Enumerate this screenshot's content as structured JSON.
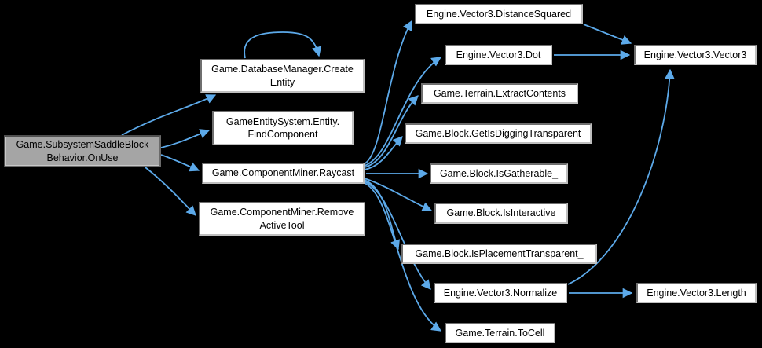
{
  "diagram": {
    "type": "call-graph",
    "background_color": "#000000",
    "edge_color": "#5CA9E9",
    "current_node_fill": "#a5a5a5",
    "node_fill": "#ffffff",
    "nodes": {
      "onuse": {
        "label": [
          "Game.SubsystemSaddleBlock",
          "Behavior.OnUse"
        ]
      },
      "create_entity": {
        "label": [
          "Game.DatabaseManager.Create",
          "Entity"
        ]
      },
      "find_component": {
        "label": [
          "GameEntitySystem.Entity.",
          "FindComponent"
        ]
      },
      "raycast": {
        "label": "Game.ComponentMiner.Raycast"
      },
      "remove_active_tool": {
        "label": [
          "Game.ComponentMiner.Remove",
          "ActiveTool"
        ]
      },
      "distance_squared": {
        "label": "Engine.Vector3.DistanceSquared"
      },
      "dot": {
        "label": "Engine.Vector3.Dot"
      },
      "extract_contents": {
        "label": "Game.Terrain.ExtractContents"
      },
      "get_is_digging_transparent": {
        "label": "Game.Block.GetIsDiggingTransparent"
      },
      "is_gatherable": {
        "label": "Game.Block.IsGatherable_"
      },
      "is_interactive": {
        "label": "Game.Block.IsInteractive"
      },
      "is_placement_transparent": {
        "label": "Game.Block.IsPlacementTransparent_"
      },
      "normalize": {
        "label": "Engine.Vector3.Normalize"
      },
      "to_cell": {
        "label": "Game.Terrain.ToCell"
      },
      "vector3": {
        "label": "Engine.Vector3.Vector3"
      },
      "length": {
        "label": "Engine.Vector3.Length"
      }
    },
    "edges": [
      {
        "from": "onuse",
        "to": "create_entity"
      },
      {
        "from": "onuse",
        "to": "find_component"
      },
      {
        "from": "onuse",
        "to": "raycast"
      },
      {
        "from": "onuse",
        "to": "remove_active_tool"
      },
      {
        "from": "create_entity",
        "to": "create_entity"
      },
      {
        "from": "raycast",
        "to": "distance_squared"
      },
      {
        "from": "raycast",
        "to": "dot"
      },
      {
        "from": "raycast",
        "to": "extract_contents"
      },
      {
        "from": "raycast",
        "to": "get_is_digging_transparent"
      },
      {
        "from": "raycast",
        "to": "is_gatherable"
      },
      {
        "from": "raycast",
        "to": "is_interactive"
      },
      {
        "from": "raycast",
        "to": "is_placement_transparent"
      },
      {
        "from": "raycast",
        "to": "normalize"
      },
      {
        "from": "raycast",
        "to": "to_cell"
      },
      {
        "from": "distance_squared",
        "to": "vector3"
      },
      {
        "from": "dot",
        "to": "vector3"
      },
      {
        "from": "normalize",
        "to": "vector3"
      },
      {
        "from": "normalize",
        "to": "length"
      }
    ]
  }
}
